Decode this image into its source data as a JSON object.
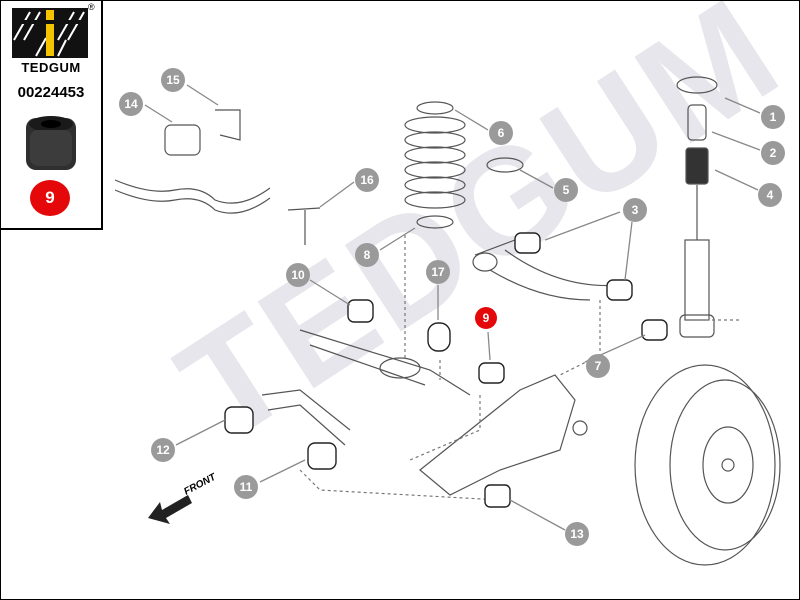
{
  "brand": {
    "name": "TEDGUM",
    "registered": "®",
    "part_number": "00224453",
    "highlight_position": "9",
    "accent": "#e4080a",
    "logo_yellow": "#f5c400"
  },
  "watermark": "TEDGUM",
  "diagram": {
    "front_label": "FRONT",
    "callouts": [
      {
        "id": "c1",
        "label": "1"
      },
      {
        "id": "c2",
        "label": "2"
      },
      {
        "id": "c3",
        "label": "3"
      },
      {
        "id": "c4",
        "label": "4"
      },
      {
        "id": "c5",
        "label": "5"
      },
      {
        "id": "c6",
        "label": "6"
      },
      {
        "id": "c7",
        "label": "7"
      },
      {
        "id": "c8",
        "label": "8"
      },
      {
        "id": "c9",
        "label": "9",
        "highlight": true
      },
      {
        "id": "c10",
        "label": "10"
      },
      {
        "id": "c11",
        "label": "11"
      },
      {
        "id": "c12",
        "label": "12"
      },
      {
        "id": "c13",
        "label": "13"
      },
      {
        "id": "c14",
        "label": "14"
      },
      {
        "id": "c15",
        "label": "15"
      },
      {
        "id": "c16",
        "label": "16"
      },
      {
        "id": "c17",
        "label": "17"
      }
    ]
  }
}
